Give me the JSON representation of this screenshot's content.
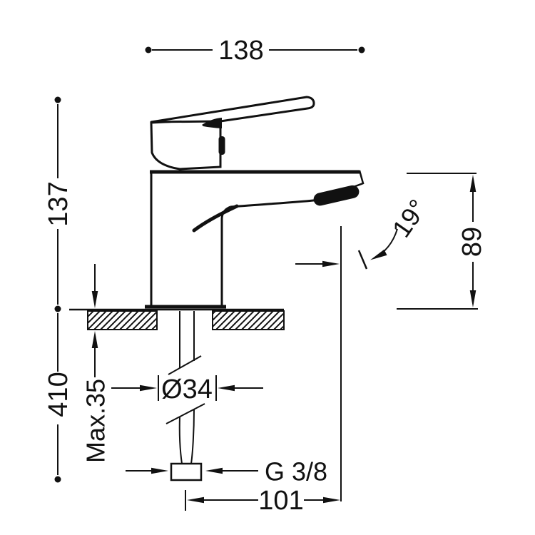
{
  "drawing": {
    "dim_width": "138",
    "dim_height_total": "137",
    "dim_hose_length": "410",
    "dim_counter_thickness": "Max.35",
    "dim_hole_diameter": "Ø34",
    "dim_spout_height": "89",
    "dim_outlet_offset": "101",
    "label_connection": "G 3/8",
    "label_spout_angle": "19°",
    "colors": {
      "ink": "#111111",
      "background": "#ffffff"
    }
  }
}
